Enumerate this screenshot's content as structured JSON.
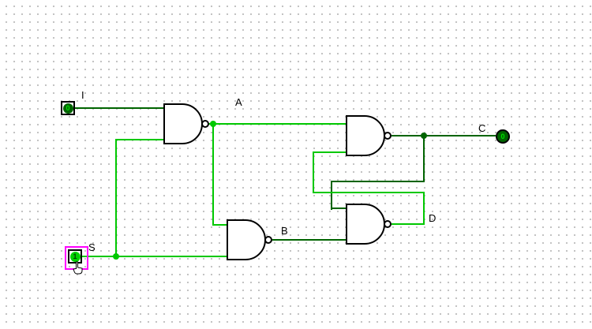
{
  "labels": {
    "i": "I",
    "s": "S",
    "a": "A",
    "b": "B",
    "c": "C",
    "d": "D"
  },
  "pins": {
    "i": {
      "type": "input",
      "value": "0",
      "state": "low"
    },
    "s": {
      "type": "input",
      "value": "1",
      "state": "high",
      "selected": true
    },
    "c": {
      "type": "output",
      "value": "0",
      "state": "low"
    }
  },
  "gates": {
    "g1": {
      "type": "NAND"
    },
    "g2": {
      "type": "NAND"
    },
    "g3": {
      "type": "NAND"
    },
    "g4": {
      "type": "NAND"
    }
  },
  "colors": {
    "signal_high": "#00c800",
    "signal_low": "#006400",
    "selection": "#ff00ff",
    "grid_dot": "#c0c0c0",
    "gate_stroke": "#000000"
  }
}
